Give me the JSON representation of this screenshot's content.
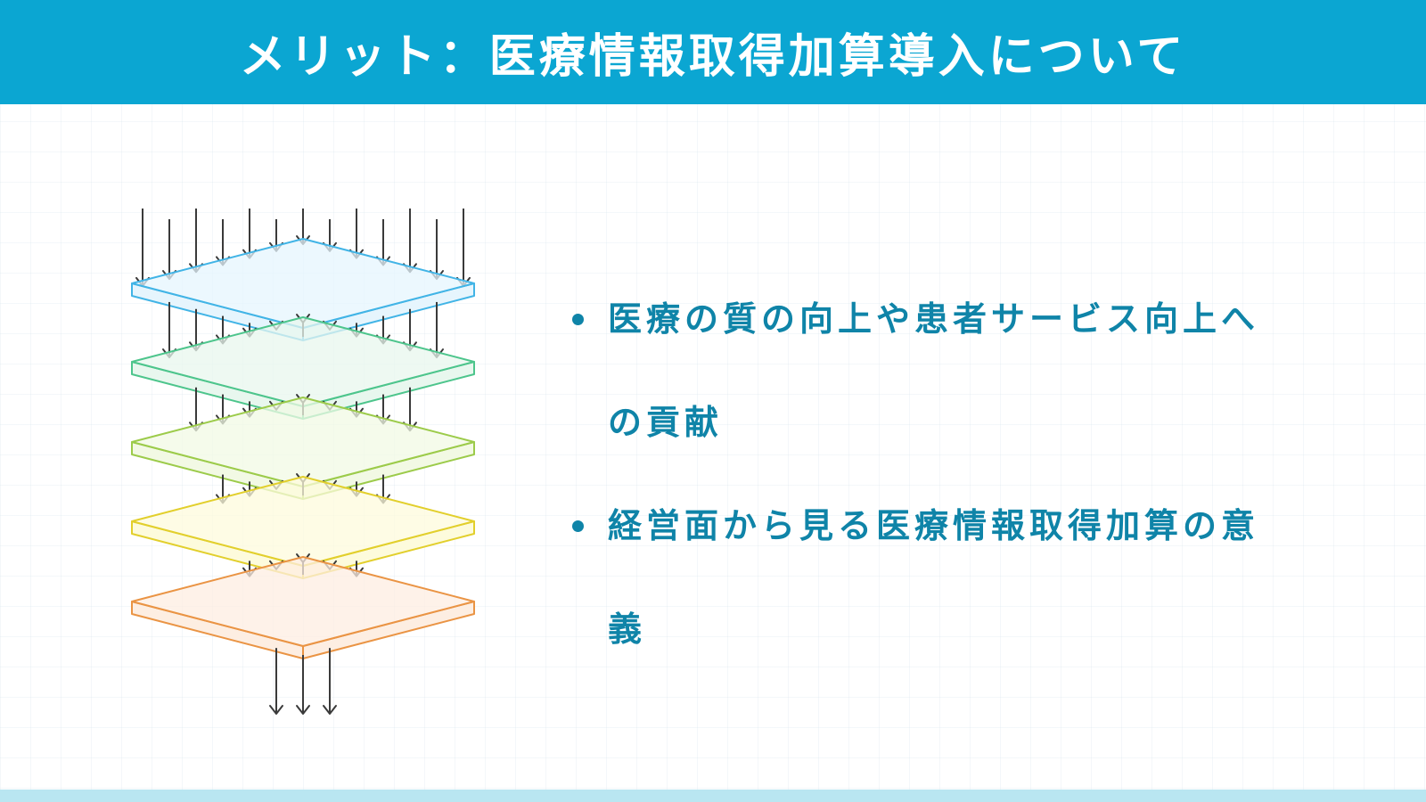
{
  "title": "メリット：医療情報取得加算導入について",
  "colors": {
    "header_bg": "#0ba6d2",
    "title_text": "#ffffff",
    "bullet_text": "#0f84a8",
    "bottom_strip": "#b9e6f1",
    "arrow": "#3a3a3a"
  },
  "diagram": {
    "type": "stacked-filter-layers",
    "layers": [
      {
        "stroke": "#41b4e6",
        "fill": "#e6f5fd"
      },
      {
        "stroke": "#4dc58c",
        "fill": "#e8f7ee"
      },
      {
        "stroke": "#9ccb4a",
        "fill": "#f2f9e4"
      },
      {
        "stroke": "#e2cf2c",
        "fill": "#fdfbdc"
      },
      {
        "stroke": "#ea9444",
        "fill": "#fdeee2"
      }
    ]
  },
  "bullets": [
    {
      "text": "医療の質の向上や患者サービス向上への貢献"
    },
    {
      "text": "経営面から見る医療情報取得加算の意義"
    }
  ]
}
